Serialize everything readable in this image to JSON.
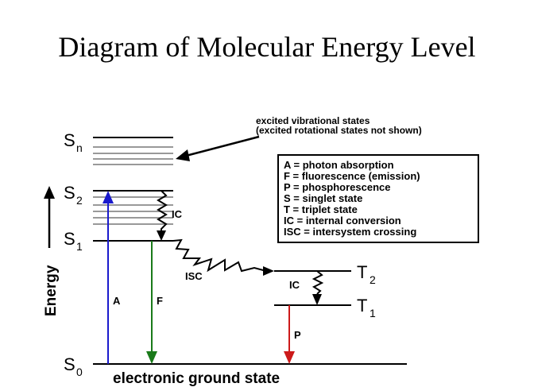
{
  "title": "Diagram of Molecular Energy Level",
  "levels": {
    "sn": {
      "letter": "S",
      "sub": "n"
    },
    "s2": {
      "letter": "S",
      "sub": "2"
    },
    "s1": {
      "letter": "S",
      "sub": "1"
    },
    "s0": {
      "letter": "S",
      "sub": "0"
    },
    "t2": {
      "letter": "T",
      "sub": "2"
    },
    "t1": {
      "letter": "T",
      "sub": "1"
    }
  },
  "axis_label": "Energy",
  "ground_label": "electronic ground state",
  "transitions": {
    "absorption": "A",
    "fluorescence": "F",
    "phosphorescence": "P",
    "ic_singlet": "IC",
    "ic_triplet": "IC",
    "isc": "ISC"
  },
  "annotation": {
    "line1": "excited vibrational states",
    "line2": "(excited rotational states not shown)"
  },
  "legend": [
    "A = photon absorption",
    "F = fluorescence (emission)",
    "P = phosphorescence",
    "S = singlet state",
    "T = triplet state",
    "IC = internal conversion",
    "ISC = intersystem crossing"
  ],
  "colors": {
    "absorption": "#1a1acc",
    "fluorescence": "#1a7a1a",
    "phosphorescence": "#cc1a1a",
    "vibrational": "#999999"
  }
}
